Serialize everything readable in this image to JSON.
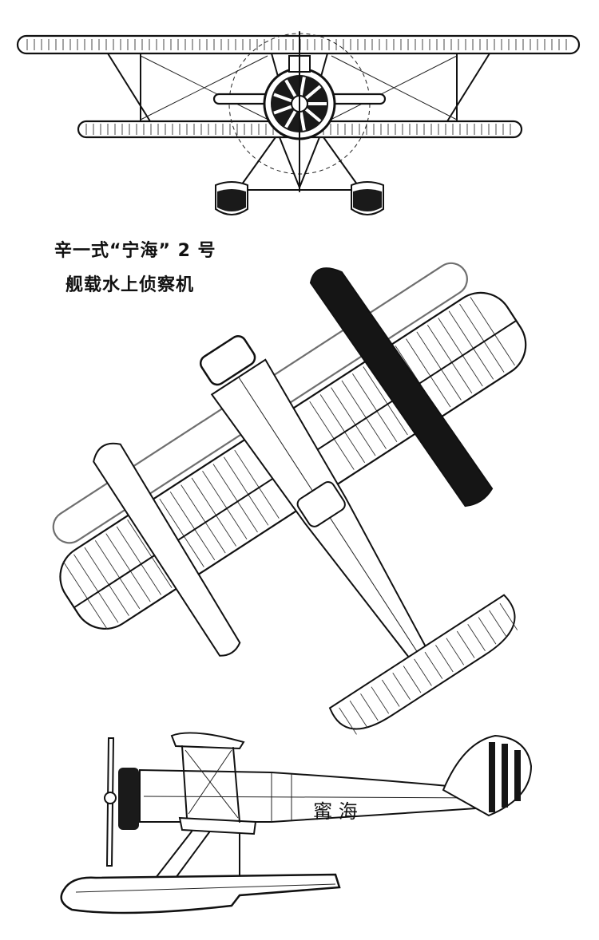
{
  "caption": {
    "line1": "辛一式“宁海” 2 号",
    "line2": "舰载水上侦察机"
  },
  "side_view": {
    "fuselage_marking": "寗 海"
  },
  "colors": {
    "ink": "#111111",
    "background": "#ffffff"
  }
}
